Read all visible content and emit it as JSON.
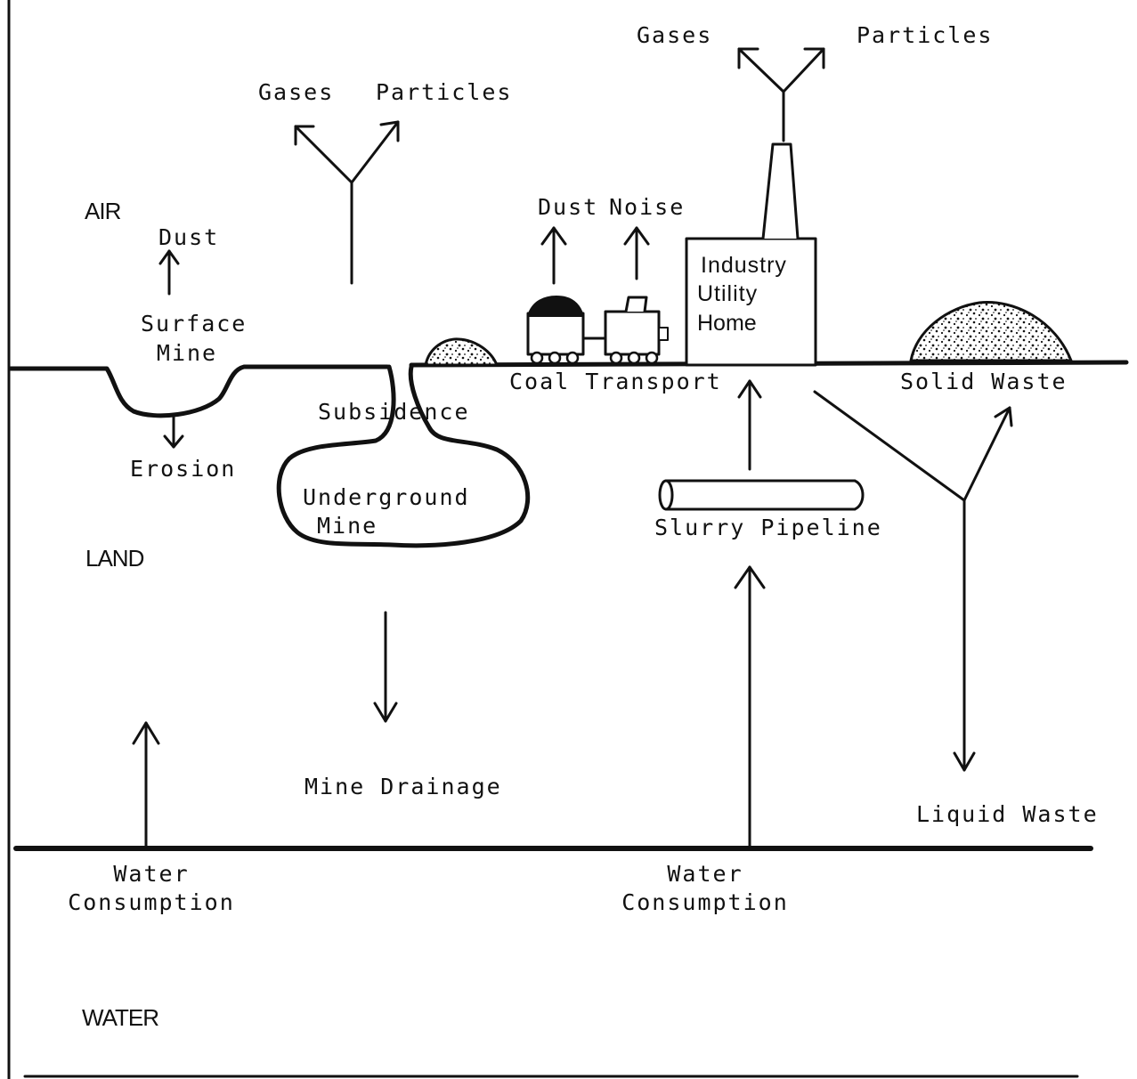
{
  "regions": {
    "air": "AIR",
    "land": "LAND",
    "water": "WATER"
  },
  "air_emissions": {
    "mine_gases": "Gases",
    "mine_particles": "Particles",
    "stack_gases": "Gases",
    "stack_particles": "Particles",
    "surface_dust": "Dust",
    "transport_dust": "Dust",
    "transport_noise": "Noise"
  },
  "sources": {
    "surface_mine": [
      "Surface",
      "Mine"
    ],
    "underground_mine": [
      "Underground",
      "Mine"
    ],
    "subsidence": "Subsidence",
    "erosion": "Erosion",
    "coal_transport": "Coal Transport",
    "facility": [
      "Industry",
      "Utility",
      "Home"
    ],
    "solid_waste": "Solid Waste",
    "slurry_pipeline": "Slurry Pipeline",
    "liquid_waste": "Liquid Waste",
    "mine_drainage": "Mine Drainage"
  },
  "water_uses": {
    "left_consumption": [
      "Water",
      "Consumption"
    ],
    "right_consumption": [
      "Water",
      "Consumption"
    ]
  },
  "colors": {
    "ink": "#111111",
    "background": "#ffffff"
  }
}
